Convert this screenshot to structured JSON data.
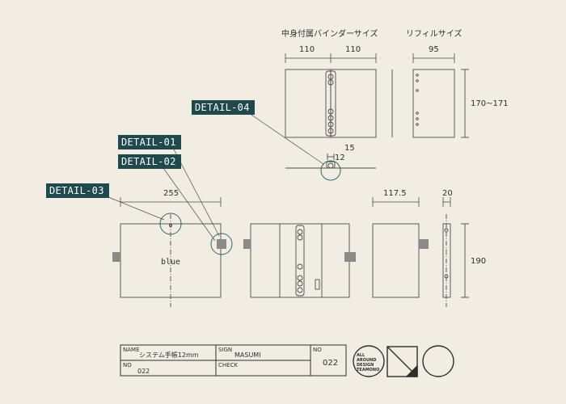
{
  "headings": {
    "binder_size": "中身付属バインダーサイズ",
    "refill_size": "リフィルサイズ"
  },
  "dimensions": {
    "left_panel_width": "110",
    "right_panel_width": "110",
    "refill_width": "95",
    "refill_height": "170~171",
    "ring_gap": "15",
    "ring_width": "12",
    "cover_width": "255",
    "closed_width": "117.5",
    "thickness": "20",
    "height": "190"
  },
  "details": {
    "d1": "DETAIL-01",
    "d2": "DETAIL-02",
    "d3": "DETAIL-03",
    "d4": "DETAIL-04"
  },
  "cover_color_label": "blue",
  "title_block": {
    "name_label": "NAME",
    "name_value": "システム手帳12mm",
    "sign_label": "SIGN",
    "sign_value": "MASUMI",
    "no_label": "NO",
    "no_value": "022",
    "no_label_2": "NO",
    "no_value_2": "022",
    "check_label": "CHECK"
  },
  "logo": {
    "line1": "ALL",
    "line2": "AROUND",
    "line3": "DESIGN",
    "line4": "TEAMONO"
  },
  "colors": {
    "background": "#f1ede3",
    "line": "#4a4a4a",
    "tag": "#1f4a4d"
  }
}
